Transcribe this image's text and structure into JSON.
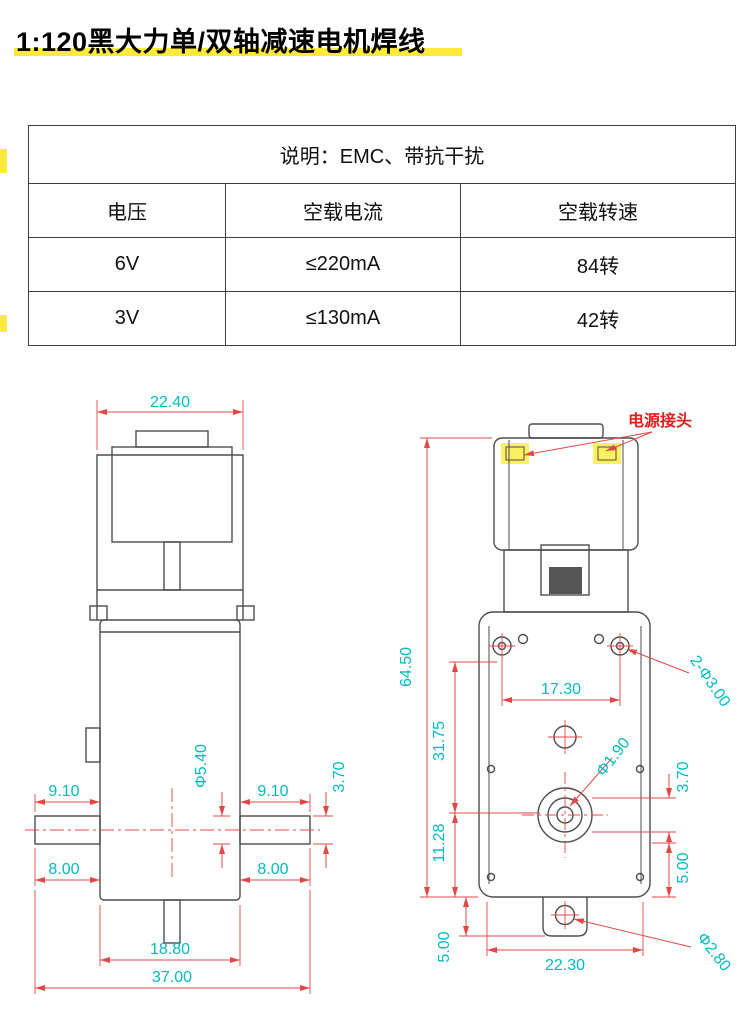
{
  "title": "1:120黑大力单/双轴减速电机焊线",
  "spec_table": {
    "caption": "说明：EMC、带抗干扰",
    "headers": [
      "电压",
      "空载电流",
      "空载转速"
    ],
    "rows": [
      [
        "6V",
        "≤220mA",
        "84转"
      ],
      [
        "3V",
        "≤130mA",
        "42转"
      ]
    ]
  },
  "drawing": {
    "connector_label": "电源接头",
    "left_view": {
      "top_width": "22.40",
      "left_shaft_len": "9.10",
      "right_shaft_len": "9.10",
      "shaft_diameter": "Φ5.40",
      "shaft_flat": "3.70",
      "left_offset": "8.00",
      "right_offset": "8.00",
      "body_width": "18.80",
      "total_width": "37.00"
    },
    "right_view": {
      "total_height": "64.50",
      "hole_spacing": "17.30",
      "mount_holes": "2-Φ3.00",
      "upper_height": "31.75",
      "pin_diameter": "Φ1.90",
      "flat_offset": "3.70",
      "lower_height": "11.28",
      "side_offset": "5.00",
      "tab_height": "5.00",
      "bottom_width": "22.30",
      "tab_hole": "Φ2.80"
    }
  },
  "colors": {
    "dimension_text": "#00bcc0",
    "dimension_line": "#e04848",
    "outline": "#4d4d4d",
    "highlight": "#ffe93a",
    "connector_label": "#e02020"
  }
}
